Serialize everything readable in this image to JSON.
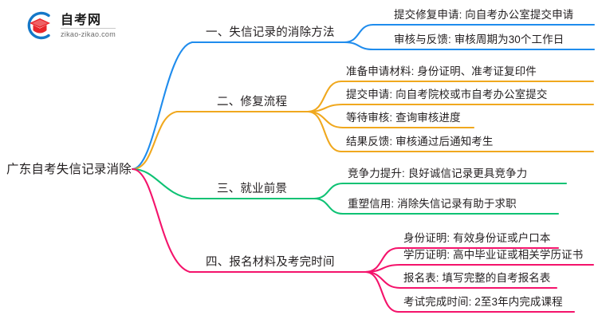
{
  "logo": {
    "title": "自考网",
    "subtitle": "zikao-zikao.com",
    "mark_name": "zikao-graduation-cap-logo",
    "arc_color": "#1578c8",
    "cap_color": "#e8262b"
  },
  "mindmap": {
    "root": {
      "label": "广东自考失信记录消除"
    },
    "branches": [
      {
        "label": "一、失信记录的消除方法",
        "color": "#1f8ced",
        "leaves": [
          {
            "label": "提交修复申请: 向自考办公室提交申请"
          },
          {
            "label": "审核与反馈: 审核周期为30个工作日"
          }
        ]
      },
      {
        "label": "二、修复流程",
        "color": "#f0a81e",
        "leaves": [
          {
            "label": "准备申请材料: 身份证明、准考证复印件"
          },
          {
            "label": "提交申请: 向自考院校或市自考办公室提交"
          },
          {
            "label": "等待审核: 查询审核进度"
          },
          {
            "label": "结果反馈: 审核通过后通知考生"
          }
        ]
      },
      {
        "label": "三、就业前景",
        "color": "#0ec274",
        "leaves": [
          {
            "label": "竞争力提升: 良好诚信记录更具竞争力"
          },
          {
            "label": "重塑信用: 消除失信记录有助于求职"
          }
        ]
      },
      {
        "label": "四、报名材料及考完时间",
        "color": "#f4136b",
        "leaves": [
          {
            "label": "身份证明: 有效身份证或户口本"
          },
          {
            "label": "学历证明: 高中毕业证或相关学历证书"
          },
          {
            "label": "报名表: 填写完整的自考报名表"
          },
          {
            "label": "考试完成时间: 2至3年内完成课程"
          }
        ]
      }
    ]
  }
}
